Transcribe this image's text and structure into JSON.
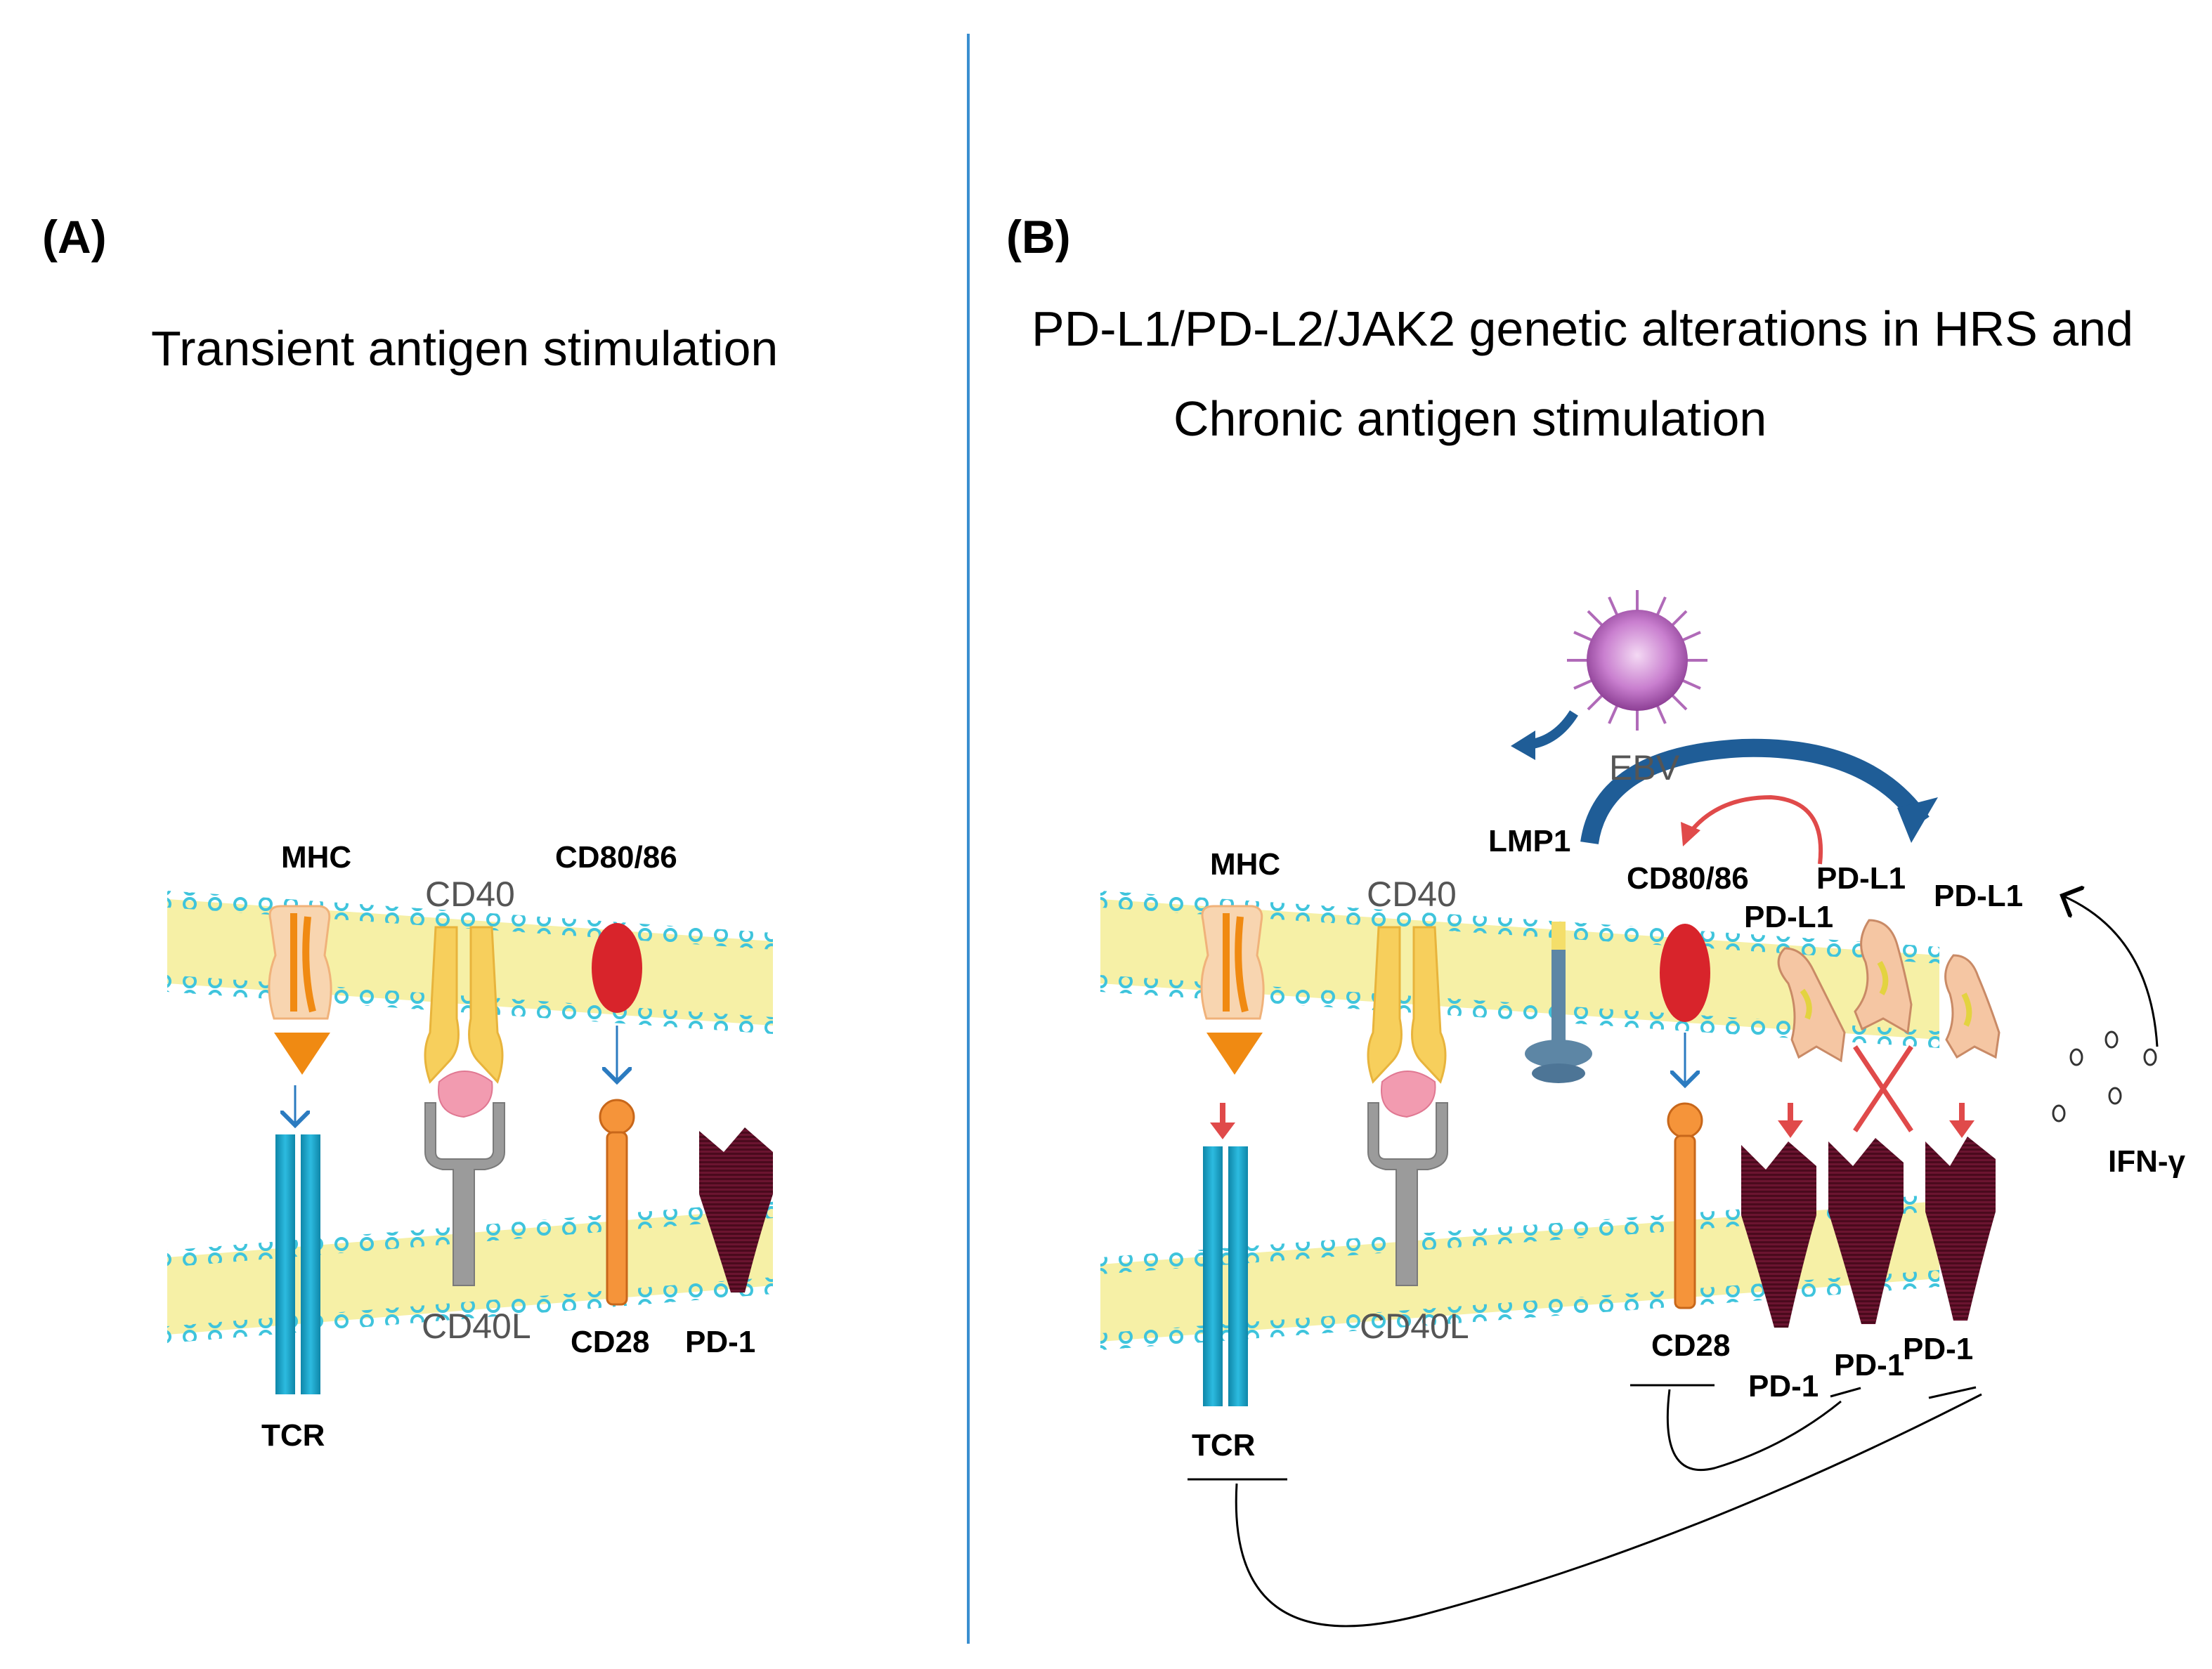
{
  "panel_a": {
    "letter": "(A)",
    "title": "Transient antigen stimulation",
    "labels": {
      "mhc": "MHC",
      "cd40": "CD40",
      "cd80_86": "CD80/86",
      "cd40l": "CD40L",
      "cd28": "CD28",
      "pd1": "PD-1",
      "tcr": "TCR"
    }
  },
  "panel_b": {
    "letter": "(B)",
    "title_line1": "PD-L1/PD-L2/JAK2 genetic alterations  in HRS and",
    "title_line2": "Chronic antigen stimulation",
    "labels": {
      "ebv": "EBV",
      "lmp1": "LMP1",
      "mhc": "MHC",
      "cd40": "CD40",
      "cd80_86": "CD80/86",
      "pdl1_top": "PD-L1",
      "pdl1_left": "PD-L1",
      "pdl1_right": "PD-L1",
      "ifn": "IFN-γ",
      "cd40l": "CD40L",
      "cd28": "CD28",
      "pd1_a": "PD-1",
      "pd1_b": "PD-1",
      "pd1_c": "PD-1",
      "tcr": "TCR"
    }
  },
  "colors": {
    "membrane_band": "#f6f0a6",
    "membrane_beads": "#3fc4dc",
    "tcr": "#17a3c7",
    "mhc_orange": "#f08a12",
    "cd40_yellow": "#f7cf5c",
    "cd40l_grey": "#9b9b9b",
    "pink_ligand": "#f29bb0",
    "cd80_red": "#d8242b",
    "cd28_orange": "#f5943a",
    "pd1_maroon": "#5c0d25",
    "pdl1_peach": "#f5c6a3",
    "lmp1_blue": "#5d86a5",
    "arrow_blue": "#1f5d97",
    "arrow_red": "#e04a4a",
    "divider_blue": "#3a8fd0"
  }
}
